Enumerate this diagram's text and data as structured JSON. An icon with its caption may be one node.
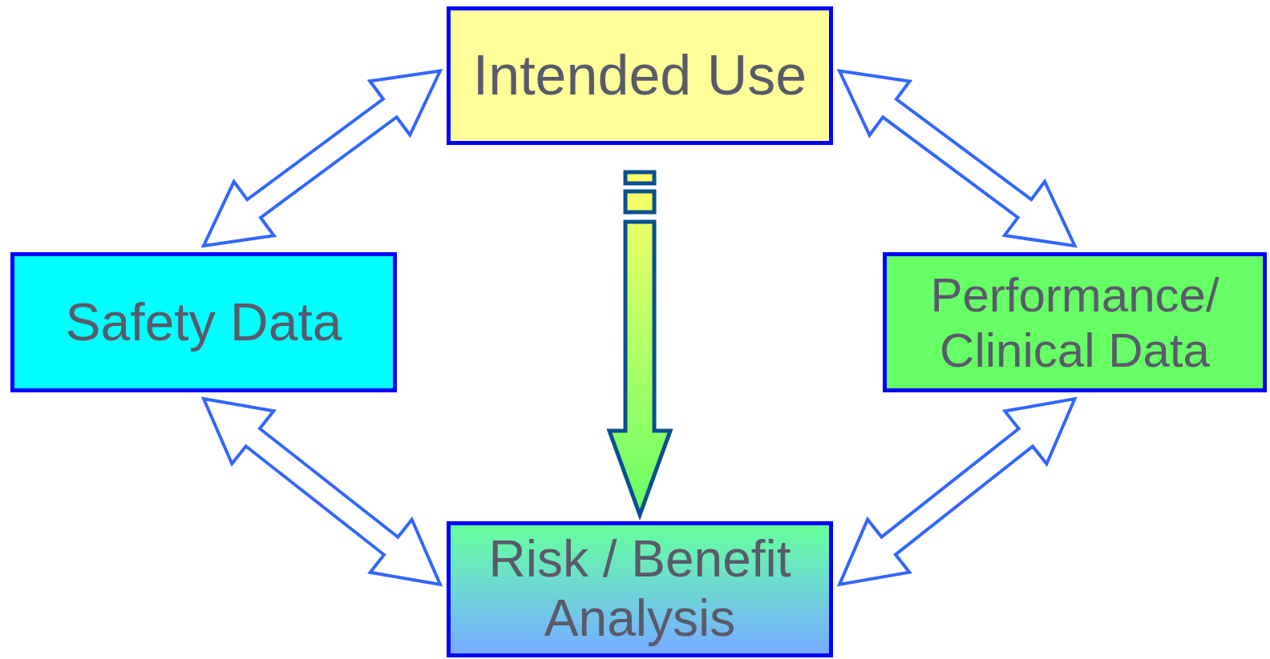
{
  "diagram": {
    "nodes": [
      {
        "text": [
          "Intended Use"
        ]
      },
      {
        "text": [
          "Safety Data"
        ]
      },
      {
        "text": [
          "Performance/ Clinical Data"
        ]
      },
      {
        "text": [
          "Risk / Benefit Analysis"
        ]
      }
    ],
    "edges": [
      {
        "from": 0,
        "to": 1,
        "arrow": "both"
      },
      {
        "from": 0,
        "to": 2,
        "arrow": "both"
      },
      {
        "from": 1,
        "to": 3,
        "arrow": "both"
      },
      {
        "from": 2,
        "to": 3,
        "arrow": "both"
      },
      {
        "from": 0,
        "to": 3,
        "arrow": "to",
        "style": "thick",
        "color": "#0b4f8f"
      }
    ]
  }
}
